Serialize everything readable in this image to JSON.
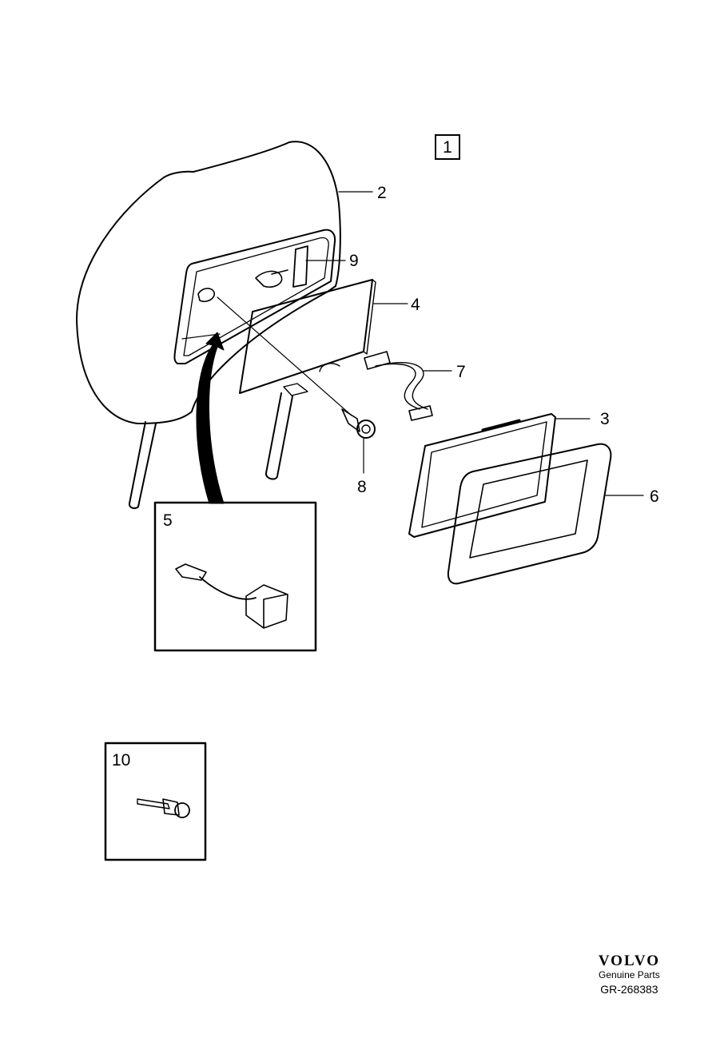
{
  "diagram": {
    "group_label": "1",
    "callouts": {
      "c2": "2",
      "c3": "3",
      "c4": "4",
      "c5": "5",
      "c6": "6",
      "c7": "7",
      "c8": "8",
      "c9": "9",
      "c10": "10"
    }
  },
  "footer": {
    "brand": "VOLVO",
    "subtitle": "Genuine Parts",
    "code": "GR-268383"
  }
}
